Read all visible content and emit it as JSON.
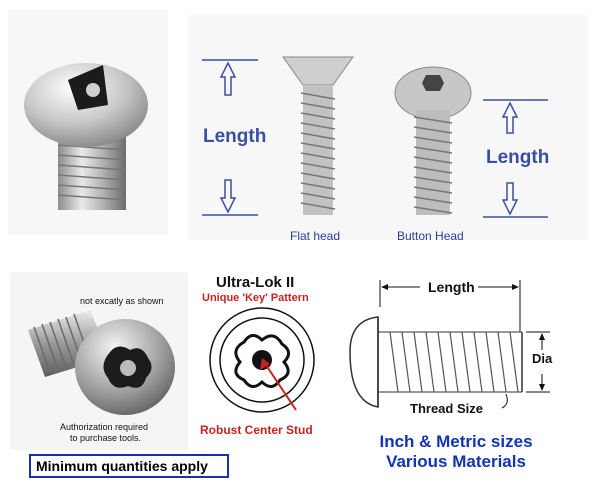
{
  "top": {
    "length_left": "Length",
    "length_right": "Length",
    "flat_head_caption": "Flat head",
    "button_head_caption": "Button Head"
  },
  "bottom_left": {
    "note": "not excatly as shown",
    "authorization_line1": "Authorization required",
    "authorization_line2": "to purchase tools.",
    "min_quantities": "Minimum quantities  apply"
  },
  "ultra_lok": {
    "title": "Ultra-Lok II",
    "subtitle": "Unique 'Key' Pattern",
    "center_stud": "Robust Center Stud"
  },
  "diagram": {
    "length": "Length",
    "dia": "Dia",
    "thread_size": "Thread Size"
  },
  "bottom_right": {
    "line1": "Inch & Metric sizes",
    "line2": "Various Materials"
  },
  "colors": {
    "accent_blue": "#3a4fa3",
    "caption_blue": "#2a3f9a",
    "red": "#c8231f",
    "box_border": "#1a2fa8"
  }
}
